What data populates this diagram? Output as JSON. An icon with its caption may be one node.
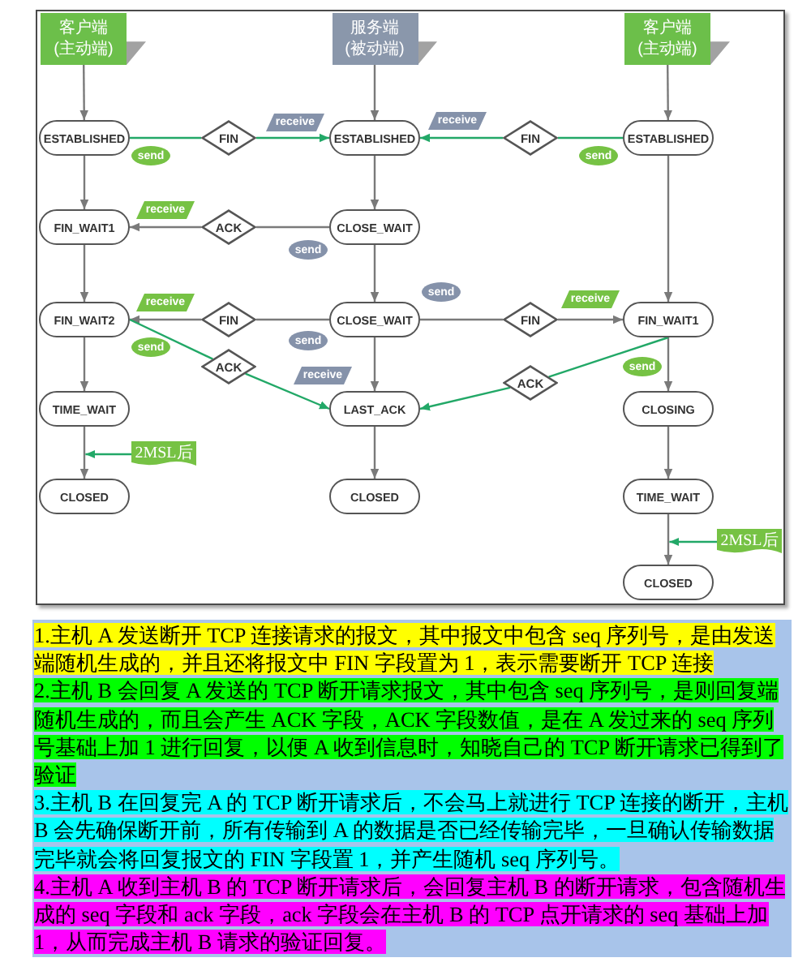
{
  "diagram": {
    "nodes": [
      {
        "text": [
          "客户端",
          "(主动端)"
        ]
      },
      {
        "text": [
          "服务端",
          "(被动端)"
        ]
      },
      {
        "text": [
          "客户端",
          "(主动端)"
        ]
      },
      {
        "text": [
          "ESTABLISHED"
        ]
      },
      {
        "text": [
          "FIN"
        ]
      },
      {
        "text": [
          "receive"
        ]
      },
      {
        "text": [
          "send"
        ]
      },
      {
        "text": [
          "ESTABLISHED"
        ]
      },
      {
        "text": [
          "receive"
        ]
      },
      {
        "text": [
          "FIN"
        ]
      },
      {
        "text": [
          "send"
        ]
      },
      {
        "text": [
          "ESTABLISHED"
        ]
      },
      {
        "text": [
          "FIN_WAIT1"
        ]
      },
      {
        "text": [
          "receive"
        ]
      },
      {
        "text": [
          "ACK"
        ]
      },
      {
        "text": [
          "CLOSE_WAIT"
        ]
      },
      {
        "text": [
          "send"
        ]
      },
      {
        "text": [
          "FIN_WAIT2"
        ]
      },
      {
        "text": [
          "receive"
        ]
      },
      {
        "text": [
          "FIN"
        ]
      },
      {
        "text": [
          "send"
        ]
      },
      {
        "text": [
          "CLOSE_WAIT"
        ]
      },
      {
        "text": [
          "receive"
        ]
      },
      {
        "text": [
          "FIN"
        ]
      },
      {
        "text": [
          "FIN_WAIT1"
        ]
      },
      {
        "text": [
          "send"
        ]
      },
      {
        "text": [
          "send"
        ]
      },
      {
        "text": [
          "ACK"
        ]
      },
      {
        "text": [
          "receive"
        ]
      },
      {
        "text": [
          "send"
        ]
      },
      {
        "text": [
          "ACK"
        ]
      },
      {
        "text": [
          "TIME_WAIT"
        ]
      },
      {
        "text": [
          "LAST_ACK"
        ]
      },
      {
        "text": [
          "CLOSING"
        ]
      },
      {
        "text": [
          "2MSL后"
        ]
      },
      {
        "text": [
          "CLOSED"
        ]
      },
      {
        "text": [
          "CLOSED"
        ]
      },
      {
        "text": [
          "TIME_WAIT"
        ]
      },
      {
        "text": [
          "2MSL后"
        ]
      },
      {
        "text": [
          "CLOSED"
        ]
      }
    ],
    "edges": [
      {
        "from": 0,
        "to": 3,
        "arrow": "to"
      },
      {
        "from": 3,
        "to": 12,
        "arrow": "to"
      },
      {
        "from": 12,
        "to": 17,
        "arrow": "to"
      },
      {
        "from": 17,
        "to": 31,
        "arrow": "to"
      },
      {
        "from": 31,
        "to": 35,
        "arrow": "to"
      },
      {
        "from": 1,
        "to": 7,
        "arrow": "to"
      },
      {
        "from": 7,
        "to": 15,
        "arrow": "to"
      },
      {
        "from": 15,
        "to": 21,
        "arrow": "to"
      },
      {
        "from": 21,
        "to": 32,
        "arrow": "to"
      },
      {
        "from": 32,
        "to": 36,
        "arrow": "to"
      },
      {
        "from": 2,
        "to": 11,
        "arrow": "to"
      },
      {
        "from": 11,
        "to": 24,
        "arrow": "to"
      },
      {
        "from": 24,
        "to": 33,
        "arrow": "to"
      },
      {
        "from": 33,
        "to": 37,
        "arrow": "to"
      },
      {
        "from": 37,
        "to": 39,
        "arrow": "to"
      },
      {
        "from": 3,
        "to": 4,
        "arrow": "none",
        "color": "#22a867"
      },
      {
        "from": 4,
        "to": 7,
        "arrow": "to",
        "color": "#22a867"
      },
      {
        "from": 11,
        "to": 9,
        "arrow": "none",
        "color": "#22a867"
      },
      {
        "from": 9,
        "to": 7,
        "arrow": "to",
        "color": "#22a867"
      },
      {
        "from": 15,
        "to": 14,
        "arrow": "none"
      },
      {
        "from": 14,
        "to": 12,
        "arrow": "to"
      },
      {
        "from": 21,
        "to": 19,
        "arrow": "none"
      },
      {
        "from": 19,
        "to": 17,
        "arrow": "to"
      },
      {
        "from": 21,
        "to": 23,
        "arrow": "none"
      },
      {
        "from": 23,
        "to": 24,
        "arrow": "to"
      },
      {
        "from": 17,
        "to": 27,
        "arrow": "none",
        "color": "#22a867"
      },
      {
        "from": 27,
        "to": 32,
        "arrow": "to",
        "color": "#22a867"
      },
      {
        "from": 24,
        "to": 30,
        "arrow": "none",
        "color": "#22a867"
      },
      {
        "from": 30,
        "to": 32,
        "arrow": "to",
        "color": "#22a867"
      },
      {
        "from": 34,
        "to": 35,
        "arrow": "to",
        "color": "#22a867"
      },
      {
        "from": 38,
        "to": 39,
        "arrow": "to",
        "color": "#22a867"
      }
    ],
    "labels": [
      "1.主机 A 发送断开 TCP 连接请求的报文，其中报文中包含 seq 序列号，是由发送端随机生成的，并且还将报文中 FIN 字段置为 1，表示需要断开 TCP 连接",
      "2.主机 B 会回复 A 发送的 TCP 断开请求报文，其中包含 seq 序列号，是则回复端随机生成的，而且会产生 ACK 字段，ACK 字段数值，是在 A 发过来的 seq 序列号基础上加 1 进行回复，以便 A 收到信息时，知晓自己的 TCP 断开请求已得到了验证",
      "3.主机 B 在回复完 A 的 TCP 断开请求后，不会马上就进行 TCP 连接的断开，主机 B 会先确保断开前，所有传输到 A 的数据是否已经传输完毕，一旦确认传输数据完毕就会将回复报文的 FIN 字段置 1，并产生随机 seq 序列号。",
      "4.主机 A 收到主机 B 的 TCP 断开请求后，会回复主机 B 的断开请求，包含随机生成的 seq 字段和 ack 字段，ack 字段会在主机 B 的 TCP 点开请求的 seq 基础上加 1，从而完成主机 B 请求的验证回复。"
    ]
  }
}
